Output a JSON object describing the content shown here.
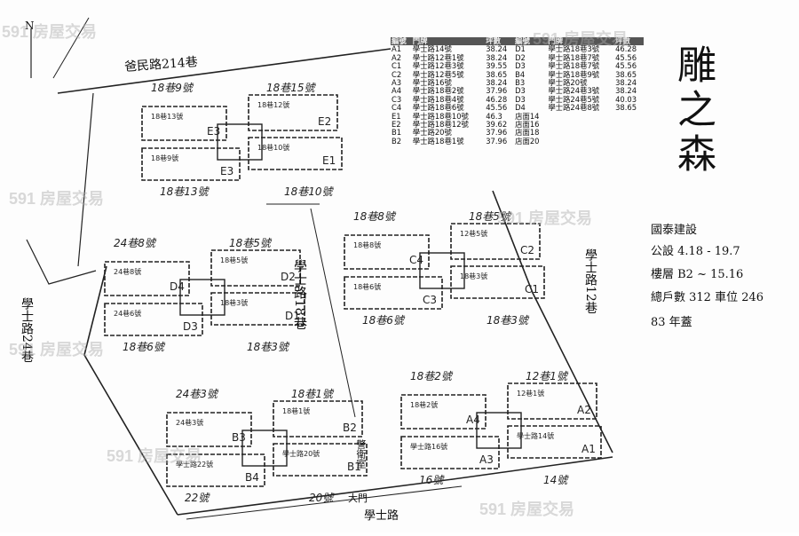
{
  "header_smudge": "",
  "road_top": "爸民路214巷",
  "road_bottom": "學士路",
  "road_left": "學士路24巷",
  "road_center": "學士路18巷",
  "road_right": "學士路12巷",
  "gate_label": "大門",
  "guard_label": "警衛室",
  "compass": "N",
  "table": {
    "headers": [
      "編號",
      "門牌",
      "坪數",
      "編號",
      "門牌",
      "坪數"
    ],
    "rows": [
      [
        "A1",
        "學士路14號",
        "38.24",
        "D1",
        "學士路18巷3號",
        "46.28"
      ],
      [
        "A2",
        "學士路12巷1號",
        "38.24",
        "D2",
        "學士路18巷7號",
        "45.56"
      ],
      [
        "C1",
        "學士路12巷3號",
        "39.55",
        "D3",
        "學士路18巷7號",
        "45.56"
      ],
      [
        "C2",
        "學士路12巷5號",
        "38.65",
        "B4",
        "學士路18巷9號",
        "38.65"
      ],
      [
        "A3",
        "學士路16號",
        "38.24",
        "B3",
        "學士路20號",
        "38.24"
      ],
      [
        "A4",
        "學士路18巷2號",
        "37.96",
        "D3",
        "學士路24巷3號",
        "38.24"
      ],
      [
        "C3",
        "學士路18巷4號",
        "46.28",
        "D3",
        "學士路24巷5號",
        "40.03"
      ],
      [
        "C4",
        "學士路18巷6號",
        "45.56",
        "D4",
        "學士路24巷8號",
        "38.65"
      ],
      [
        "E1",
        "學士路18巷10號",
        "46.3",
        "店面14",
        "",
        ""
      ],
      [
        "E2",
        "學士路18巷12號",
        "39.62",
        "店面16",
        "",
        ""
      ],
      [
        "B1",
        "學士路20號",
        "37.96",
        "店面18",
        "",
        ""
      ],
      [
        "B2",
        "學士路18巷1號",
        "37.96",
        "店面20",
        "",
        ""
      ]
    ]
  },
  "title": "雕之森",
  "notes": [
    "國泰建設",
    "公設 4.18 - 19.7",
    "樓層 B2 ~ 15.16",
    "總戶數 312   車位 246",
    "83 年蓋"
  ],
  "watermark": "591 房屋交易",
  "blocks": [
    {
      "id": "E",
      "hand_top": [
        "18巷9號",
        "18巷15號"
      ],
      "hand_bottom": [
        "18巷13號",
        "18巷10號"
      ],
      "units": [
        {
          "t": "18巷13號",
          "c": "E3"
        },
        {
          "t": "18巷12號",
          "c": "E2"
        },
        {
          "t": "18巷9號",
          "c": "E3"
        },
        {
          "t": "18巷10號",
          "c": "E1"
        }
      ]
    },
    {
      "id": "D",
      "hand_top": [
        "24巷8號",
        "18巷5號"
      ],
      "hand_bottom": [
        "18巷6號",
        "18巷3號"
      ],
      "units": [
        {
          "t": "24巷8號",
          "c": "D4"
        },
        {
          "t": "18巷5號",
          "c": "D2"
        },
        {
          "t": "24巷6號",
          "c": "D3"
        },
        {
          "t": "18巷3號",
          "c": "D1"
        }
      ]
    },
    {
      "id": "C",
      "hand_top": [
        "18巷8號",
        "18巷5號"
      ],
      "hand_bottom": [
        "18巷6號",
        "18巷3號"
      ],
      "units": [
        {
          "t": "18巷8號",
          "c": "C4"
        },
        {
          "t": "12巷5號",
          "c": "C2"
        },
        {
          "t": "18巷6號",
          "c": "C3"
        },
        {
          "t": "18巷3號",
          "c": "C1"
        }
      ]
    },
    {
      "id": "B",
      "hand_top": [
        "24巷3號",
        "18巷1號"
      ],
      "hand_bottom": [
        "22號",
        "20號"
      ],
      "units": [
        {
          "t": "24巷3號",
          "c": "B3"
        },
        {
          "t": "18巷1號",
          "c": "B2"
        },
        {
          "t": "學士路22號",
          "c": "B4"
        },
        {
          "t": "學士路20號",
          "c": "B1"
        }
      ]
    },
    {
      "id": "A",
      "hand_top": [
        "18巷2號",
        "12巷1號"
      ],
      "hand_bottom": [
        "16號",
        "14號"
      ],
      "units": [
        {
          "t": "18巷2號",
          "c": "A4"
        },
        {
          "t": "12巷1號",
          "c": "A2"
        },
        {
          "t": "學士路16號",
          "c": "A3"
        },
        {
          "t": "學士路14號",
          "c": "A1"
        }
      ]
    }
  ]
}
